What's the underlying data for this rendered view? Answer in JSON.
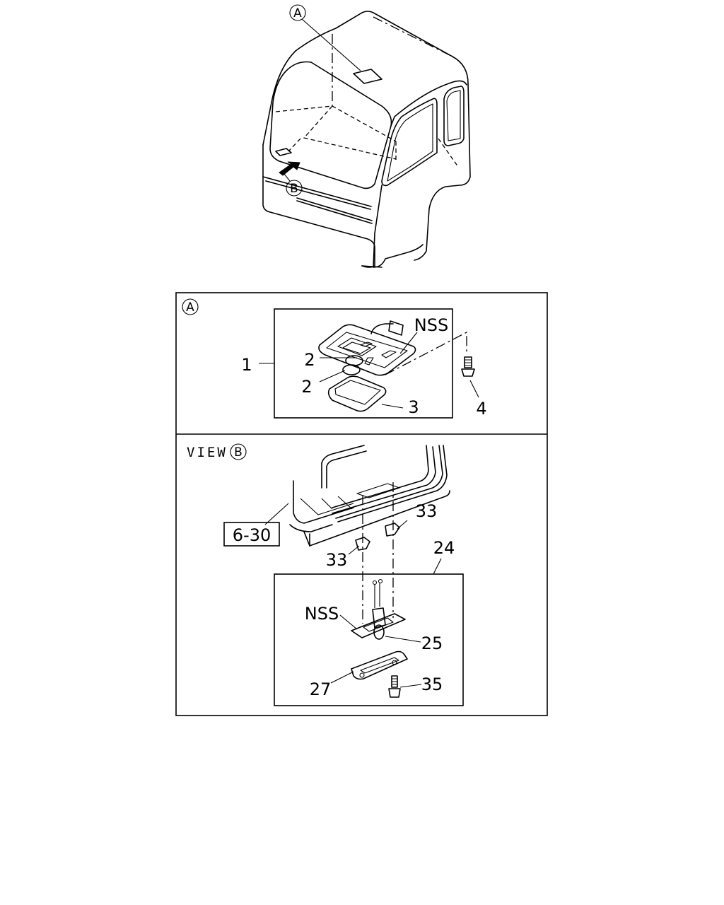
{
  "callouts": {
    "top_a": "A",
    "top_b": "B",
    "panel_a": "A",
    "view_b": "B"
  },
  "panel_a": {
    "part_labels": [
      "1",
      "2",
      "2",
      "3",
      "4"
    ],
    "note": "NSS"
  },
  "panel_b": {
    "view_label": "VIEW",
    "ref_box": "6-30",
    "part_labels": [
      "33",
      "33",
      "24",
      "25",
      "27",
      "35"
    ],
    "note": "NSS"
  }
}
